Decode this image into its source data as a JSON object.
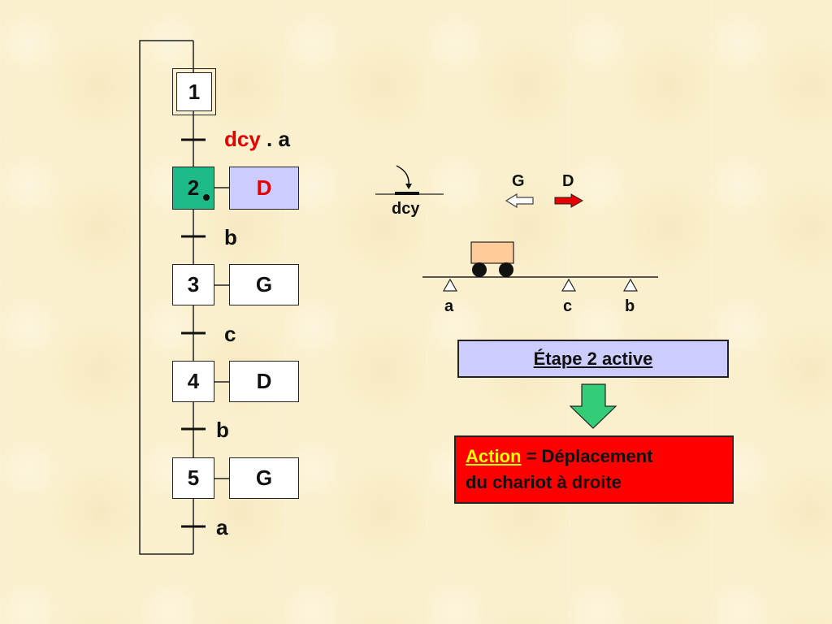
{
  "grafcet": {
    "steps": [
      "1",
      "2",
      "3",
      "4",
      "5"
    ],
    "actions": [
      "D",
      "G",
      "D",
      "G"
    ],
    "transitions": {
      "t1_main": "dcy",
      "t1_rest": ". a",
      "t2": "b",
      "t3": "c",
      "t4": "b",
      "t5": "a"
    },
    "active_step": "2"
  },
  "setup": {
    "button_label": "dcy",
    "arrow_left_label": "G",
    "arrow_right_label": "D",
    "sensor_a": "a",
    "sensor_c": "c",
    "sensor_b": "b"
  },
  "status": {
    "text": "Étape 2 active"
  },
  "action_box": {
    "keyword": "Action",
    "text_rest": " = Déplacement",
    "line2": "du chariot à droite"
  },
  "colors": {
    "background": "#fbf0cd",
    "active_step": "#1fba8a",
    "active_action": "#ccccff",
    "highlight_red": "#e60000",
    "arrow_green": "#33cc77",
    "cart_body": "#ffcc99"
  }
}
